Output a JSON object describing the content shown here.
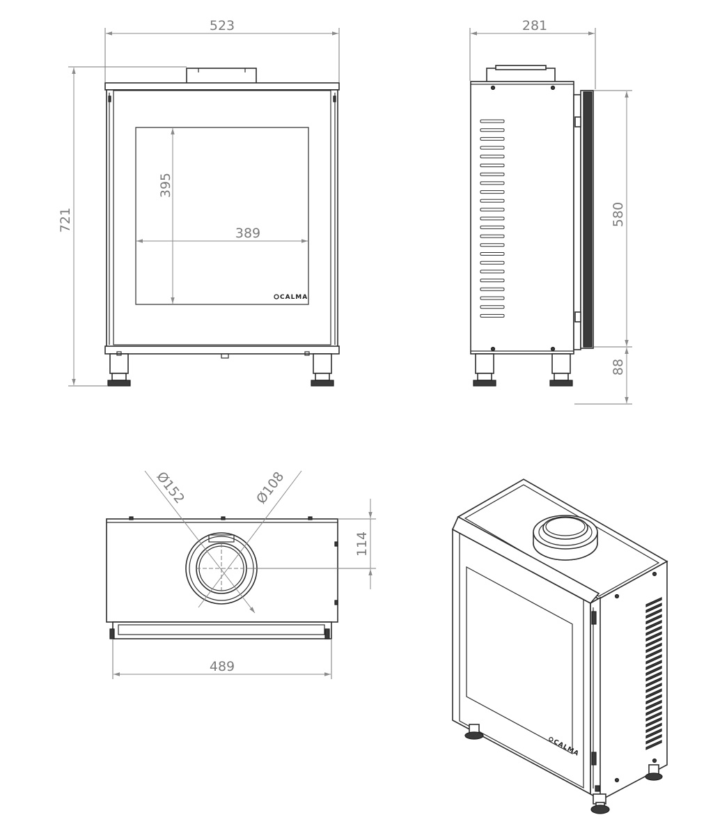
{
  "brand": {
    "logo_text": "CALMA"
  },
  "dimensions": {
    "front_width": "523",
    "front_height": "721",
    "glass_height": "395",
    "glass_width": "389",
    "side_depth": "281",
    "side_door_height": "580",
    "side_leg_height": "88",
    "top_flue_outer": "Ø152",
    "top_flue_inner": "Ø108",
    "top_flue_offset": "114",
    "top_width": "489"
  },
  "colors": {
    "line": "#2c2c2c",
    "dimension": "#8a8a8a",
    "dimension_text": "#7a7a7a"
  }
}
